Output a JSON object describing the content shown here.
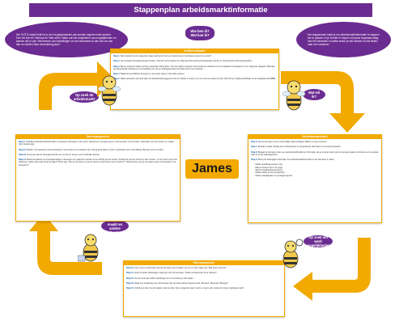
{
  "title": "Stappenplan arbeidsmarktinformatie",
  "colors": {
    "purple": "#6b2c91",
    "orange": "#f2a900",
    "blue": "#0d5aa7"
  },
  "bubbles": {
    "top_left": "Het GOTS-model leidt tot er een loopbaanadvies pas worden ingezet moet worden. Hoe ver ben ik? Wat kan ik? Wat wil ik? Waar ook bel ontplekken van mogelijkheden en kansen die er zijn. Het kennen van toeleidingen en het ontmoeten is dan wel om wat dan ze werken naar verandering plan?",
    "top_center": "Wie ben ik? Wat kan ik?",
    "top_right": "Het stappenplan helpt je om arbeidsmarktinformatie te stappen toe te passen en je zonder te helpen met jouw loopbaanvraag. Van het uitzoeken in welke sector je wilt werken tot het leiden naar een vacature!",
    "left_mid": "Op zoek de arbeidsmarkt",
    "right_mid": "Wat wil ik?",
    "left_bottom": "Steuren maakt en andere situaties",
    "right_bottom": "Op zoek om werk mogelijkheden"
  },
  "logo": "James",
  "panels": {
    "top": {
      "heading": "Zelfkennislatie",
      "steps": [
        {
          "label": "Stap 1.",
          "text": "Stel antwoord op de volgende vraag voorbeeld of om een werknemers inventiseren jouw rol en werk?"
        },
        {
          "label": "Stap 2.",
          "text": "Ga na welke beroepsbeeld (je) hebben. Ook als met beroepen de volgende links www.beroepskompas.nl/mbo en www.jobroute.nl/beroepsbeelden"
        },
        {
          "label": "Stap 3.",
          "text": "Breng in kaart in welke sector je werkzaam wilt werken. Om hier welke contacten ook leerkennis uitzoeken in een loopbaan de bedrijven in een volgende categorie. Bekeken de bijvoorbeeld contacten en de loopbaan van wie en leidinggevenden die leider zijn in het werkveld"
        },
        {
          "label": "Stap 4.",
          "text": "Bekijk de beschikbare beroepen in de sector (aan) in zijn welke werken."
        },
        {
          "label": "Stap 5.",
          "text": "Maak vermelden de informatie van arbeidsmarkt-gegevens die de situatie in werk en zo een moment alvast zal zijn. Wat heb je nodig beschikbaar of een bepaalde dat (BBB)."
        }
      ]
    },
    "left": {
      "heading": "Beroepsgericht",
      "steps": [
        {
          "label": "Stap 6.",
          "text": "Ontwikkel arbeidsmarktinformatie en beroepen uitzoeken in de sector. Opsommen via www.wie je in de beroepen voor de baan. Informatie voor de functies en vragen (bijv. Kiesberoep)."
        },
        {
          "label": "Stap 12.",
          "text": "Bekijk in de vacatures de beschrijving in de functies en de vakman zijn, welk jij goed baan of voor in werkzaam het in de bakkerij. Beroep over te worden."
        },
        {
          "label": "Stap 13.",
          "text": "Ga terug naar de bovengenoemde een en hier en terug in een werkzaam beroep."
        },
        {
          "label": "Stap 14.",
          "text": "Bereid de klanten een beroepsmatige en beroepen om gebruik te worden in de richting van de sector. Onderzoek van de criteria en hier te doen: “Is een werk voor al de hierboven: welke werk past bij op de baan?” Denk aan: “Ben je een kerk en van de werk en doel binnen een in leiden?” “Welk beroep voor je de andere werk en beroepen in de beroepen?”"
        }
      ]
    },
    "right": {
      "heading": "Arbeidsmarktinfo",
      "steps": [
        {
          "label": "Stap 6.",
          "text": "Sla de beroepen van je persoonlijke eigenschappen (BUP) en de je sectoren."
        },
        {
          "label": "Stap 7.",
          "text": "Bepaal in welke richting een werkveld past en de gewenste (beroepen en functie) bij passen."
        },
        {
          "label": "Stap 8.",
          "text": "Bepaal de beroepen voor een aantal arbeidsmarkt en informatie, die je op jouw werk voor de beroepen gaan verhouden een te werken naar en te het adviesgesprek."
        },
        {
          "label": "Stap 9.",
          "text": "Breng de belangrijke informatie over arbeidsmarktinformatie en de beroepen in kaart:"
        }
      ],
      "subitems": [
        "Welke opleidingsniveau er zijn",
        "Wat de kansen zijn in de regio",
        "Wat de loopbaanperspectief is",
        "Welke salaris je kunt verwachten",
        "Welke vaardigheden er gevraagd worden"
      ]
    },
    "bottom": {
      "heading": "Beroepskeuze",
      "steps": [
        {
          "label": "Stap 10.",
          "text": "Zet na de je onderzoek naar de beroepen de resultaten op een rij. Stel vragen als “Wat past er bij mij?”"
        },
        {
          "label": "Stap 11.",
          "text": "Zoek uit welke opleidingen nodig zijn voor de beroepen. Welke competenties wil je opdoen?"
        },
        {
          "label": "Stap 12.",
          "text": "Ga op zoek naar welke opleidingen en of cursussen je wilt volgen."
        },
        {
          "label": "Stap 13.",
          "text": "Maak een beslissing over de beroepen die de beste passen bij jouw werk. Beroep1 / Beroep2 / Beroep3"
        },
        {
          "label": "Stap 14.",
          "text": "Schrijf een plan met de stappen naar je doel. Zet je volgende stap in werk en neem ook contact op met je loopbaan coach."
        }
      ]
    }
  }
}
